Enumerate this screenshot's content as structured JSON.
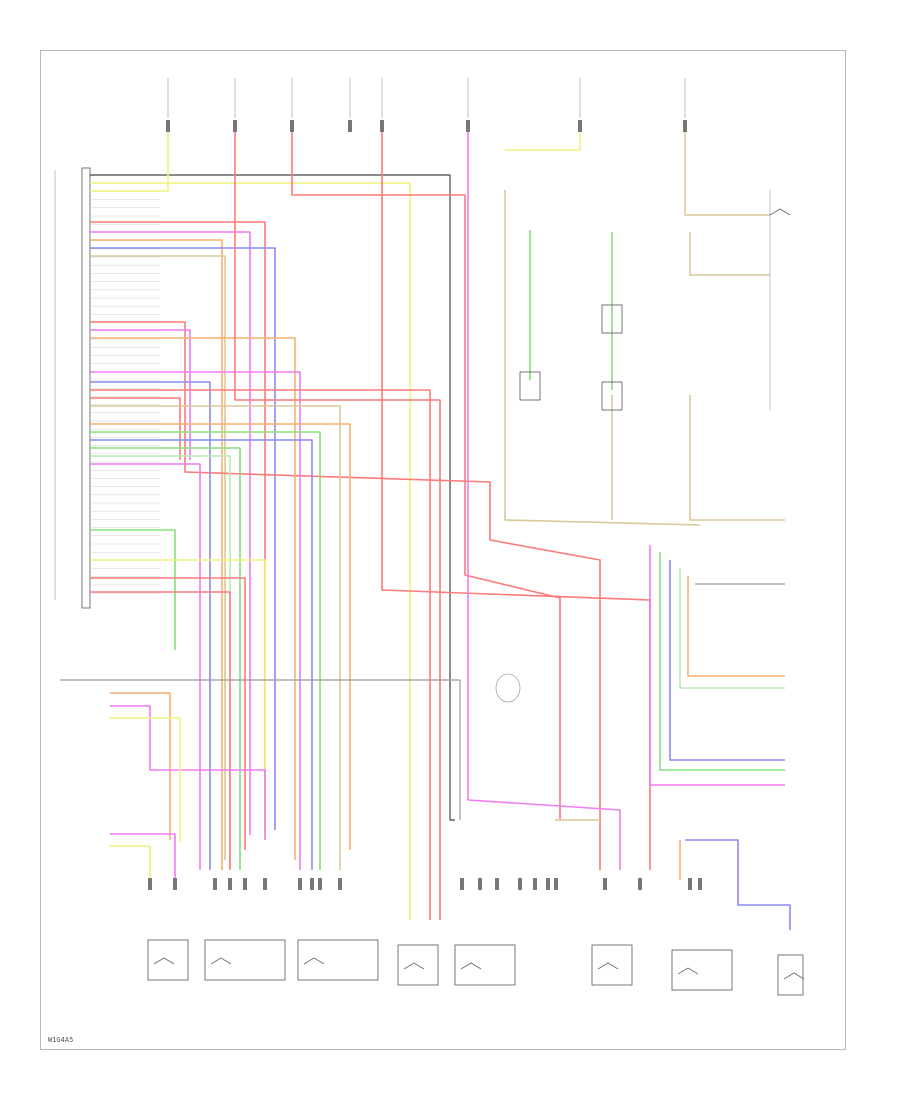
{
  "diagram": {
    "figure_id": "W1G4A5",
    "wire_colors": {
      "red": "#ff7a7a",
      "pink": "#f07cf0",
      "yellow": "#f2f27a",
      "green": "#86e07a",
      "blue": "#8a8af5",
      "orange": "#f5b070",
      "tan": "#d8c89a",
      "gray": "#9a9a9a",
      "black": "#444444",
      "white": "#e6e6e6",
      "light_green": "#b5ecb0"
    },
    "component_icons": [
      "ground-symbol",
      "switch-symbol",
      "motor-symbol",
      "relay-symbol",
      "sensor-symbol"
    ]
  }
}
